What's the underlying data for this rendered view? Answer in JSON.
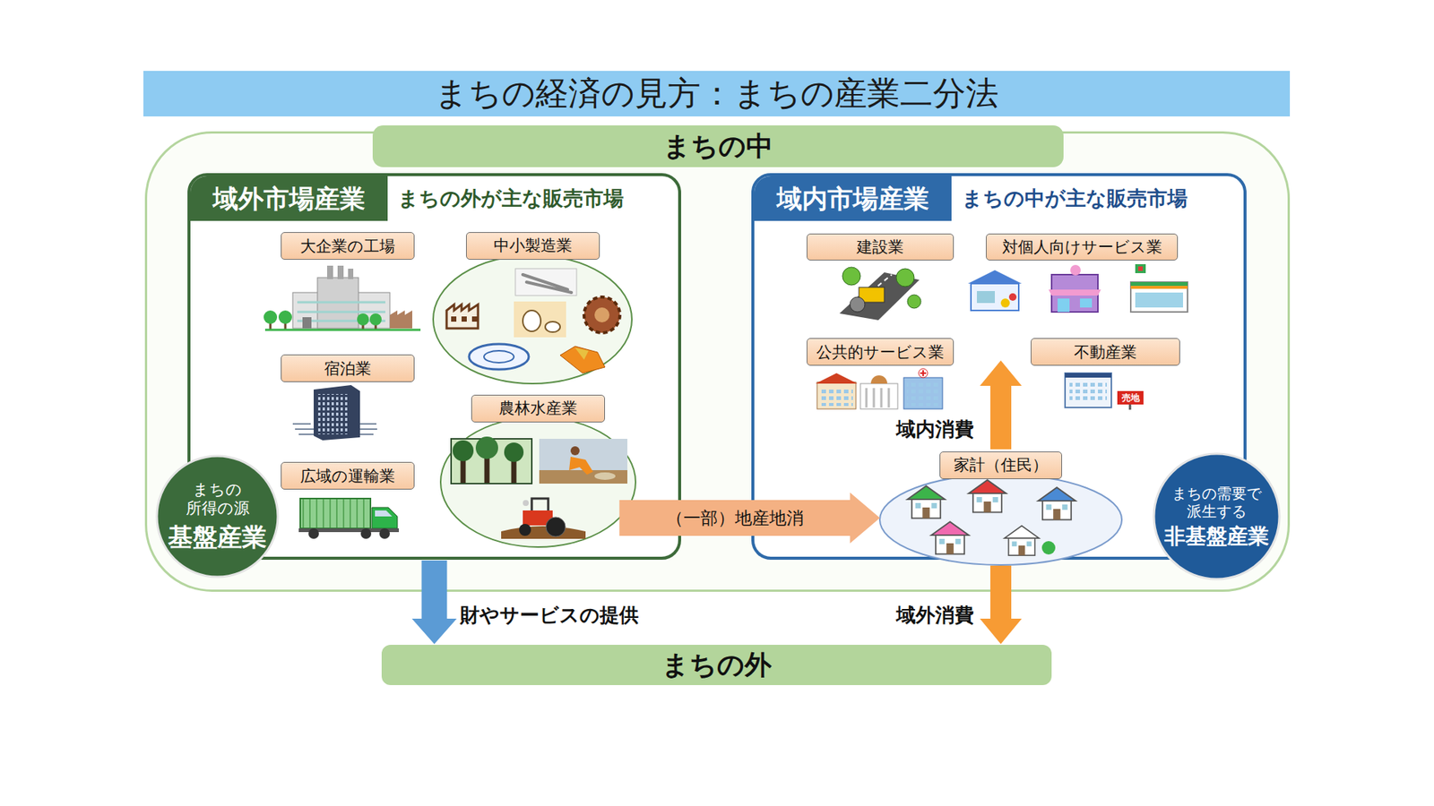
{
  "diagram": {
    "title": "まちの経済の見方：まちの産業二分法",
    "nodes": [
      {
        "text": [
          "まちの中"
        ]
      },
      {
        "text": [
          "域外市場産業",
          "まちの外が主な販売市場"
        ],
        "in": 0
      },
      {
        "text": [
          "大企業の工場"
        ],
        "in": 1
      },
      {
        "text": [
          "中小製造業"
        ],
        "in": 1
      },
      {
        "text": [
          "宿泊業"
        ],
        "in": 1
      },
      {
        "text": [
          "農林水産業"
        ],
        "in": 1
      },
      {
        "text": [
          "広域の運輸業"
        ],
        "in": 1
      },
      {
        "text": [
          "まちの 所得の源",
          "基盤産業"
        ],
        "in": 0
      },
      {
        "text": [
          "域内市場産業",
          "まちの中が主な販売市場"
        ],
        "in": 0
      },
      {
        "text": [
          "建設業"
        ],
        "in": 8
      },
      {
        "text": [
          "対個人向けサービス業"
        ],
        "in": 8
      },
      {
        "text": [
          "公共的サービス業"
        ],
        "in": 8
      },
      {
        "text": [
          "不動産業"
        ],
        "in": 8
      },
      {
        "text": [
          "家計（住民）"
        ],
        "in": 8
      },
      {
        "text": [
          "まちの需要で 派生する",
          "非基盤産業"
        ],
        "in": 0
      },
      {
        "text": [
          "まちの外"
        ]
      }
    ],
    "edges": [
      {
        "from": 1,
        "to": 15,
        "arrow": "to",
        "label": "財やサービスの提供"
      },
      {
        "from": 5,
        "to": 13,
        "arrow": "to",
        "label": "（一部）地産地消"
      },
      {
        "from": 13,
        "to": 8,
        "arrow": "to",
        "label": "域内消費"
      },
      {
        "from": 13,
        "to": 15,
        "arrow": "to",
        "label": "域外消費"
      }
    ],
    "labels": [
      "売地"
    ]
  }
}
